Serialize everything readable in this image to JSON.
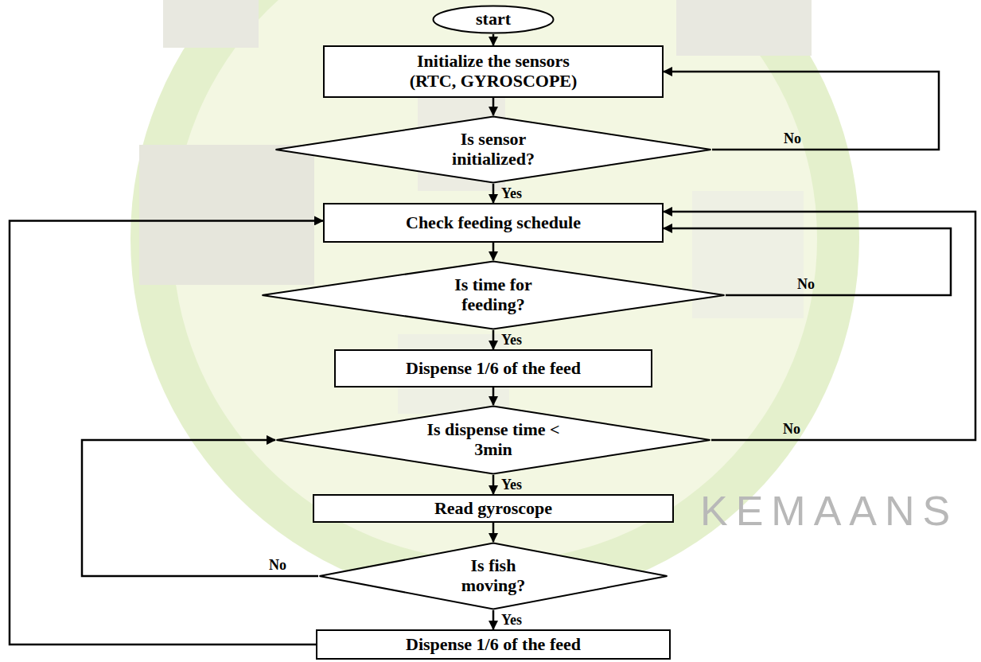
{
  "diagram": {
    "nodes": [
      {
        "text": [
          "start"
        ]
      },
      {
        "text": [
          "Initialize the sensors (RTC, GYROSCOPE)"
        ]
      },
      {
        "text": [
          "Is sensor initialized?"
        ]
      },
      {
        "text": [
          "Check feeding schedule"
        ]
      },
      {
        "text": [
          "Is time for feeding?"
        ]
      },
      {
        "text": [
          "Dispense 1/6 of the feed"
        ]
      },
      {
        "text": [
          "Is dispense time < 3min"
        ]
      },
      {
        "text": [
          "Read gyroscope"
        ]
      },
      {
        "text": [
          "Is fish moving?"
        ]
      },
      {
        "text": [
          "Dispense 1/6 of the feed"
        ]
      }
    ],
    "edges": [
      {
        "from": 0,
        "to": 1,
        "arrow": "to"
      },
      {
        "from": 1,
        "to": 2,
        "arrow": "to"
      },
      {
        "from": 2,
        "to": 1,
        "label": "No",
        "arrow": "to"
      },
      {
        "from": 2,
        "to": 3,
        "label": "Yes",
        "arrow": "to"
      },
      {
        "from": 3,
        "to": 4,
        "arrow": "to"
      },
      {
        "from": 4,
        "to": 3,
        "label": "No",
        "arrow": "to"
      },
      {
        "from": 4,
        "to": 5,
        "label": "Yes",
        "arrow": "to"
      },
      {
        "from": 5,
        "to": 6,
        "arrow": "to"
      },
      {
        "from": 6,
        "to": 3,
        "label": "No",
        "arrow": "to"
      },
      {
        "from": 6,
        "to": 7,
        "label": "Yes",
        "arrow": "to"
      },
      {
        "from": 7,
        "to": 8,
        "arrow": "to"
      },
      {
        "from": 8,
        "to": 6,
        "label": "No",
        "arrow": "to"
      },
      {
        "from": 8,
        "to": 9,
        "label": "Yes",
        "arrow": "to"
      },
      {
        "from": 9,
        "to": 3,
        "arrow": "to"
      }
    ],
    "labels": [
      "KEMAANS"
    ]
  }
}
